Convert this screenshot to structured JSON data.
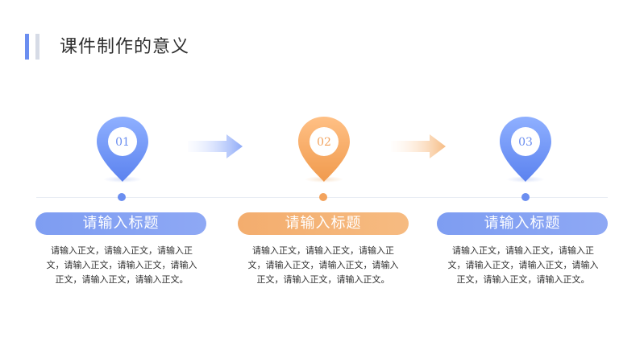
{
  "header": {
    "title": "课件制作的意义"
  },
  "steps": [
    {
      "number": "01",
      "title": "请输入标题",
      "body": "请输入正文，请输入正文，请输入正文，请输入正文，请输入正文，请输入正文，请输入正文，请输入正文。"
    },
    {
      "number": "02",
      "title": "请输入标题",
      "body": "请输入正文，请输入正文，请输入正文，请输入正文，请输入正文，请输入正文，请输入正文，请输入正文。"
    },
    {
      "number": "03",
      "title": "请输入标题",
      "body": "请输入正文，请输入正文，请输入正文，请输入正文，请输入正文，请输入正文，请输入正文，请输入正文。"
    }
  ],
  "colors": {
    "blue_accent": "#6b8ef0",
    "orange_accent": "#f3a35d",
    "title_bar_secondary": "#d6dbe6"
  },
  "icons": {
    "pin": "location-pin-icon",
    "arrow": "right-arrow-icon"
  }
}
